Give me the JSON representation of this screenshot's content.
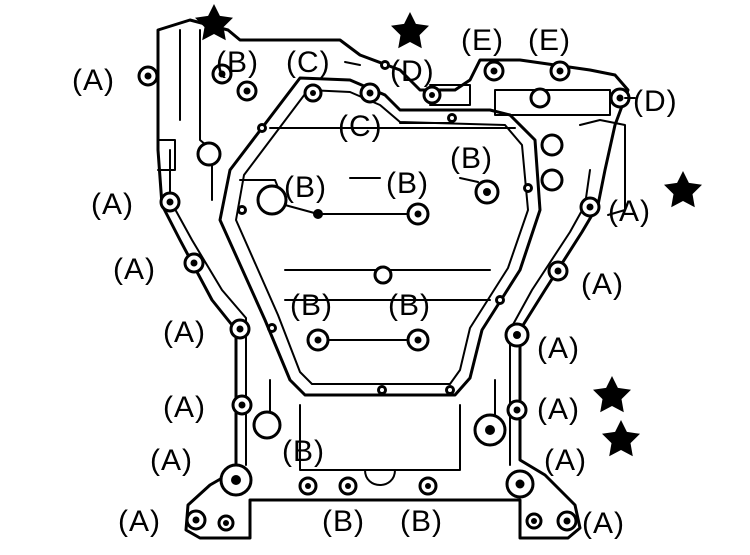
{
  "labels": {
    "a": "(A)",
    "b": "(B)",
    "c": "(C)",
    "d": "(D)",
    "e": "(E)"
  },
  "colors": {
    "line": "#000000",
    "background": "#ffffff"
  },
  "icons": {
    "star": "star-icon"
  }
}
